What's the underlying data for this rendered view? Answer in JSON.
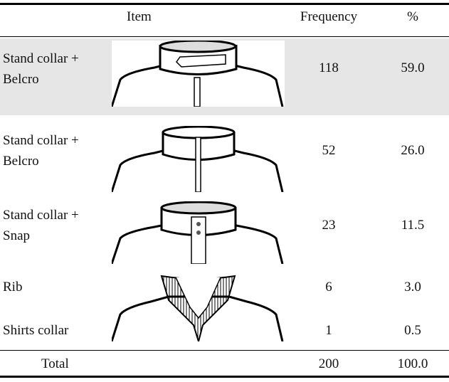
{
  "header": {
    "item": "Item",
    "frequency": "Frequency",
    "percent": "%"
  },
  "rows": [
    {
      "item_line1": "Stand collar +",
      "item_line2": "Belcro",
      "frequency": "118",
      "percent": "59.0",
      "image": "stand-collar-velcro-tab-jacket-illustration"
    },
    {
      "item_line1": "Stand collar +",
      "item_line2": "Belcro",
      "frequency": "52",
      "percent": "26.0",
      "image": "stand-collar-zip-jacket-illustration"
    },
    {
      "item_line1": "Stand collar +",
      "item_line2": "Snap",
      "frequency": "23",
      "percent": "11.5",
      "image": "stand-collar-snap-jacket-illustration"
    },
    {
      "item_line1": "Rib",
      "frequency": "6",
      "percent": "3.0",
      "image": "rib-collar-jacket-illustration"
    },
    {
      "item_line1": "Shirts collar",
      "frequency": "1",
      "percent": "0.5"
    }
  ],
  "total": {
    "label": "Total",
    "frequency": "200",
    "percent": "100.0"
  },
  "colors": {
    "highlight_row": "#e6e6e6"
  }
}
